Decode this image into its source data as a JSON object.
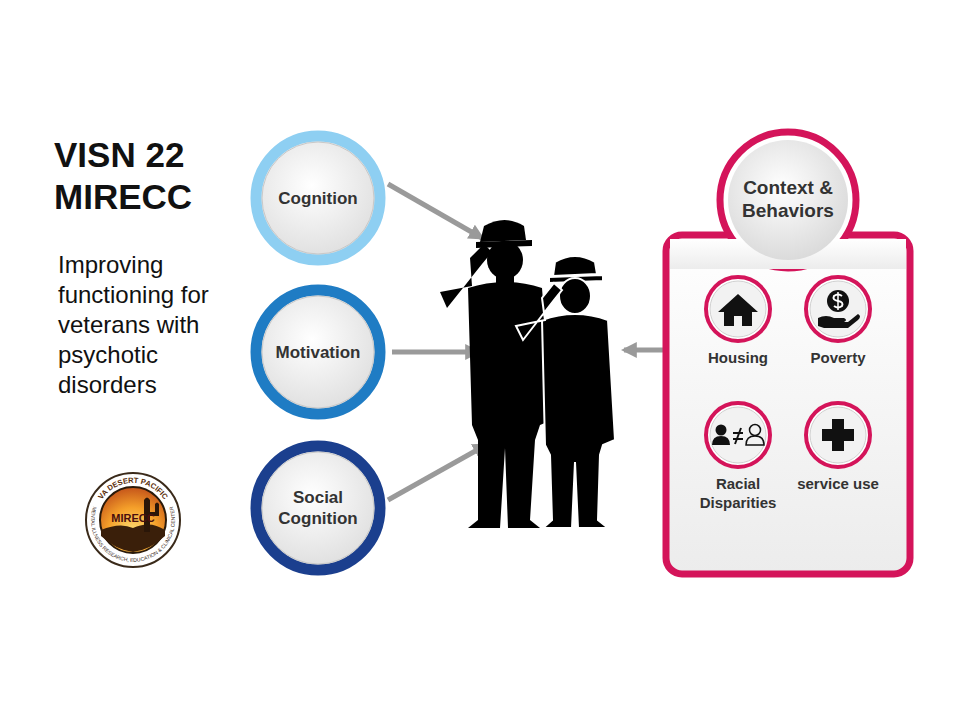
{
  "diagram": {
    "title": "VISN 22 MIRECC",
    "caption": "Improving functioning for veterans with psychotic disorders",
    "nodes": [
      {
        "text": [
          "Cognition"
        ]
      },
      {
        "text": [
          "Motivation"
        ]
      },
      {
        "text": [
          "Social Cognition"
        ]
      },
      {
        "text": [
          "Context & Behaviors"
        ]
      },
      {
        "text": [
          "Housing"
        ],
        "in": 3
      },
      {
        "text": [
          "Poverty"
        ],
        "in": 3
      },
      {
        "text": [
          "Racial Disparities"
        ],
        "in": 3
      },
      {
        "text": [
          "service use"
        ],
        "in": 3
      }
    ],
    "labels": [
      "VA DESERT PACIFIC",
      "MIRECC",
      "MENTAL ILLNESS RESEARCH, EDUCATION & CLINICAL CENTER"
    ]
  }
}
